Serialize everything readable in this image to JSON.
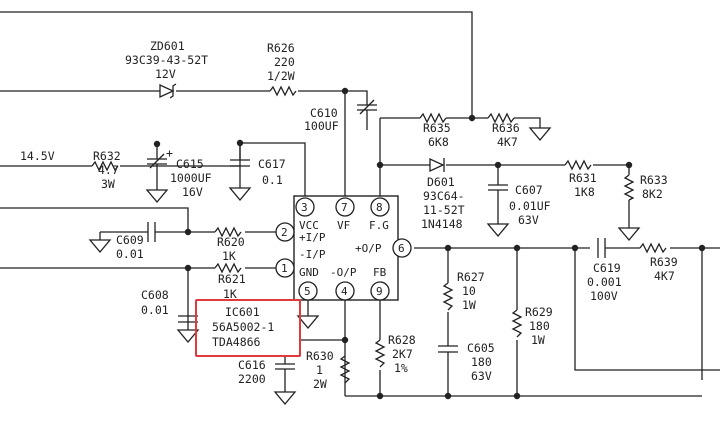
{
  "components": {
    "zd601": {
      "ref": "ZD601",
      "part": "93C39-43-52T",
      "value": "12V"
    },
    "r626": {
      "ref": "R626",
      "value": "220",
      "rating": "1/2W"
    },
    "c610": {
      "ref": "C610",
      "value": "100UF"
    },
    "r635": {
      "ref": "R635",
      "value": "6K8"
    },
    "r636": {
      "ref": "R636",
      "value": "4K7"
    },
    "supply_14v5": {
      "label": "14.5V"
    },
    "r632": {
      "ref": "R632",
      "value": "4.7",
      "rating": "3W"
    },
    "c615": {
      "ref": "C615",
      "value": "1000UF",
      "rating": "16V"
    },
    "c617": {
      "ref": "C617",
      "value": "0.1"
    },
    "d601": {
      "ref": "D601",
      "part": "93C64-",
      "part2": "11-52T",
      "part3": "1N4148"
    },
    "c607": {
      "ref": "C607",
      "value": "0.01UF",
      "rating": "63V"
    },
    "r631": {
      "ref": "R631",
      "value": "1K8"
    },
    "r633": {
      "ref": "R633",
      "value": "8K2"
    },
    "c609": {
      "ref": "C609",
      "value": "0.01"
    },
    "r620": {
      "ref": "R620",
      "value": "1K"
    },
    "r621": {
      "ref": "R621",
      "value": "1K"
    },
    "c608": {
      "ref": "C608",
      "value": "0.01"
    },
    "r627": {
      "ref": "R627",
      "value": "10",
      "rating": "1W"
    },
    "r629": {
      "ref": "R629",
      "value": "180",
      "rating": "1W"
    },
    "c619": {
      "ref": "C619",
      "value": "0.001",
      "rating": "100V"
    },
    "r639": {
      "ref": "R639",
      "value": "4K7"
    },
    "r628": {
      "ref": "R628",
      "value": "2K7",
      "rating": "1%"
    },
    "c605": {
      "ref": "C605",
      "value": "180",
      "rating": "63V"
    },
    "c616": {
      "ref": "C616",
      "value": "2200"
    },
    "r630": {
      "ref": "R630",
      "value": "1",
      "rating": "2W"
    }
  },
  "ic": {
    "ref": "IC601",
    "part": "56A5002-1",
    "type": "TDA4866",
    "pins": [
      "1",
      "2",
      "3",
      "4",
      "5",
      "6",
      "7",
      "8",
      "9"
    ],
    "pin_labels": {
      "vcc": "VCC",
      "ip": "+I/P",
      "im": "-I/P",
      "gnd": "GND",
      "op": "+O/P",
      "om": "-O/P",
      "fb": "FB",
      "vf": "VF",
      "fg": "F.G"
    }
  },
  "highlight_color": "#e0393e",
  "ink_color": "#222222"
}
